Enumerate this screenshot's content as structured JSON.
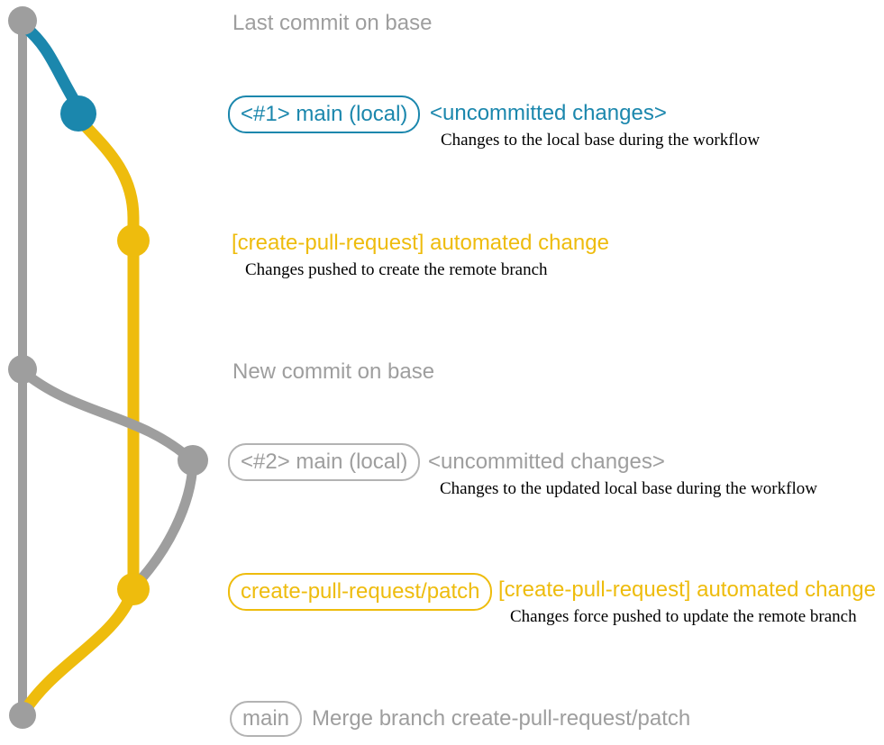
{
  "colors": {
    "base_gray": "#9e9e9e",
    "badge_gray_border": "#b3b3b3",
    "local_main_blue": "#1b87ad",
    "remote_branch_yellow": "#eebc0d",
    "caption_black": "#000000",
    "background": "#ffffff"
  },
  "graph": {
    "branches": {
      "base": "base branch (gray vertical line)",
      "local_main": "local main branch (blue)",
      "remote_patch": "create-pull-request/patch branch (yellow)"
    },
    "commit_nodes": [
      "last-commit-on-base",
      "local-main-1-commit",
      "remote-branch-create-commit",
      "new-commit-on-base",
      "local-main-2-commit",
      "remote-branch-force-push-commit",
      "merge-commit-on-base"
    ]
  },
  "rows": {
    "last_commit_label": "Last commit on base",
    "row1": {
      "badge": "<#1> main (local)",
      "title": "<uncommitted changes>",
      "caption": "Changes to the local base during the workflow"
    },
    "row2": {
      "title": "[create-pull-request] automated change",
      "caption": "Changes pushed to create the remote branch"
    },
    "new_commit_label": "New commit on base",
    "row3": {
      "badge": "<#2> main (local)",
      "title": "<uncommitted changes>",
      "caption": "Changes to the updated local base during the workflow"
    },
    "row4": {
      "badge": "create-pull-request/patch",
      "title": "[create-pull-request] automated change",
      "caption": "Changes force pushed to update the remote branch"
    },
    "row5": {
      "badge": "main",
      "title": "Merge branch create-pull-request/patch"
    }
  }
}
